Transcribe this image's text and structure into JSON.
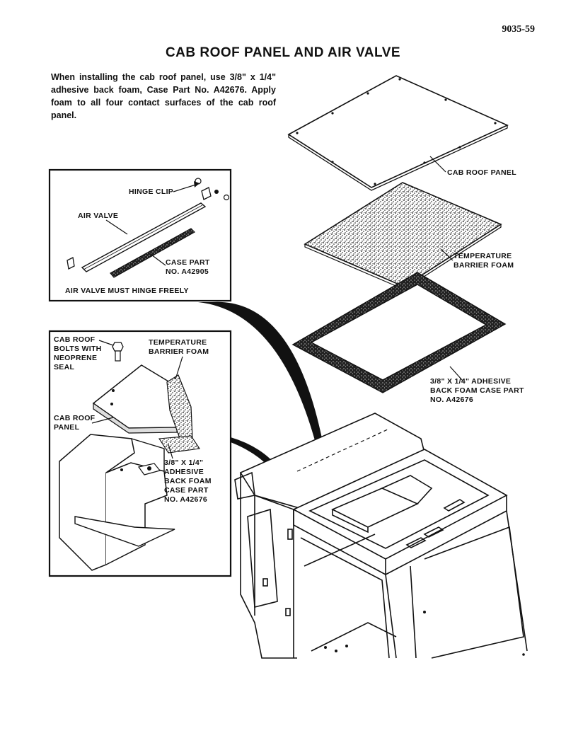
{
  "page_number": "9035-59",
  "title": "CAB ROOF PANEL AND AIR VALVE",
  "intro": "When installing the cab roof panel, use 3/8\" x 1/4\" adhesive back foam, Case Part No. A42676. Apply foam to all four contact surfaces of the cab roof panel.",
  "exploded": {
    "roof_panel": "CAB ROOF PANEL",
    "barrier_foam": [
      "TEMPERATURE",
      "BARRIER FOAM"
    ],
    "adhesive_foam": [
      "3/8\" X 1/4\" ADHESIVE",
      "BACK FOAM CASE PART",
      "NO. A42676"
    ]
  },
  "air_valve_box": {
    "hinge_clip": "HINGE CLIP",
    "air_valve": "AIR VALVE",
    "case_part": [
      "CASE PART",
      "NO. A42905"
    ],
    "note": "AIR VALVE MUST HINGE FREELY"
  },
  "section_box": {
    "bolts": [
      "CAB ROOF",
      "BOLTS WITH",
      "NEOPRENE",
      "SEAL"
    ],
    "barrier_foam": [
      "TEMPERATURE",
      "BARRIER FOAM"
    ],
    "roof_panel": [
      "CAB ROOF",
      "PANEL"
    ],
    "adhesive_foam": [
      "3/8\" X 1/4\"",
      "ADHESIVE",
      "BACK FOAM",
      "CASE PART",
      "NO. A42676"
    ]
  }
}
